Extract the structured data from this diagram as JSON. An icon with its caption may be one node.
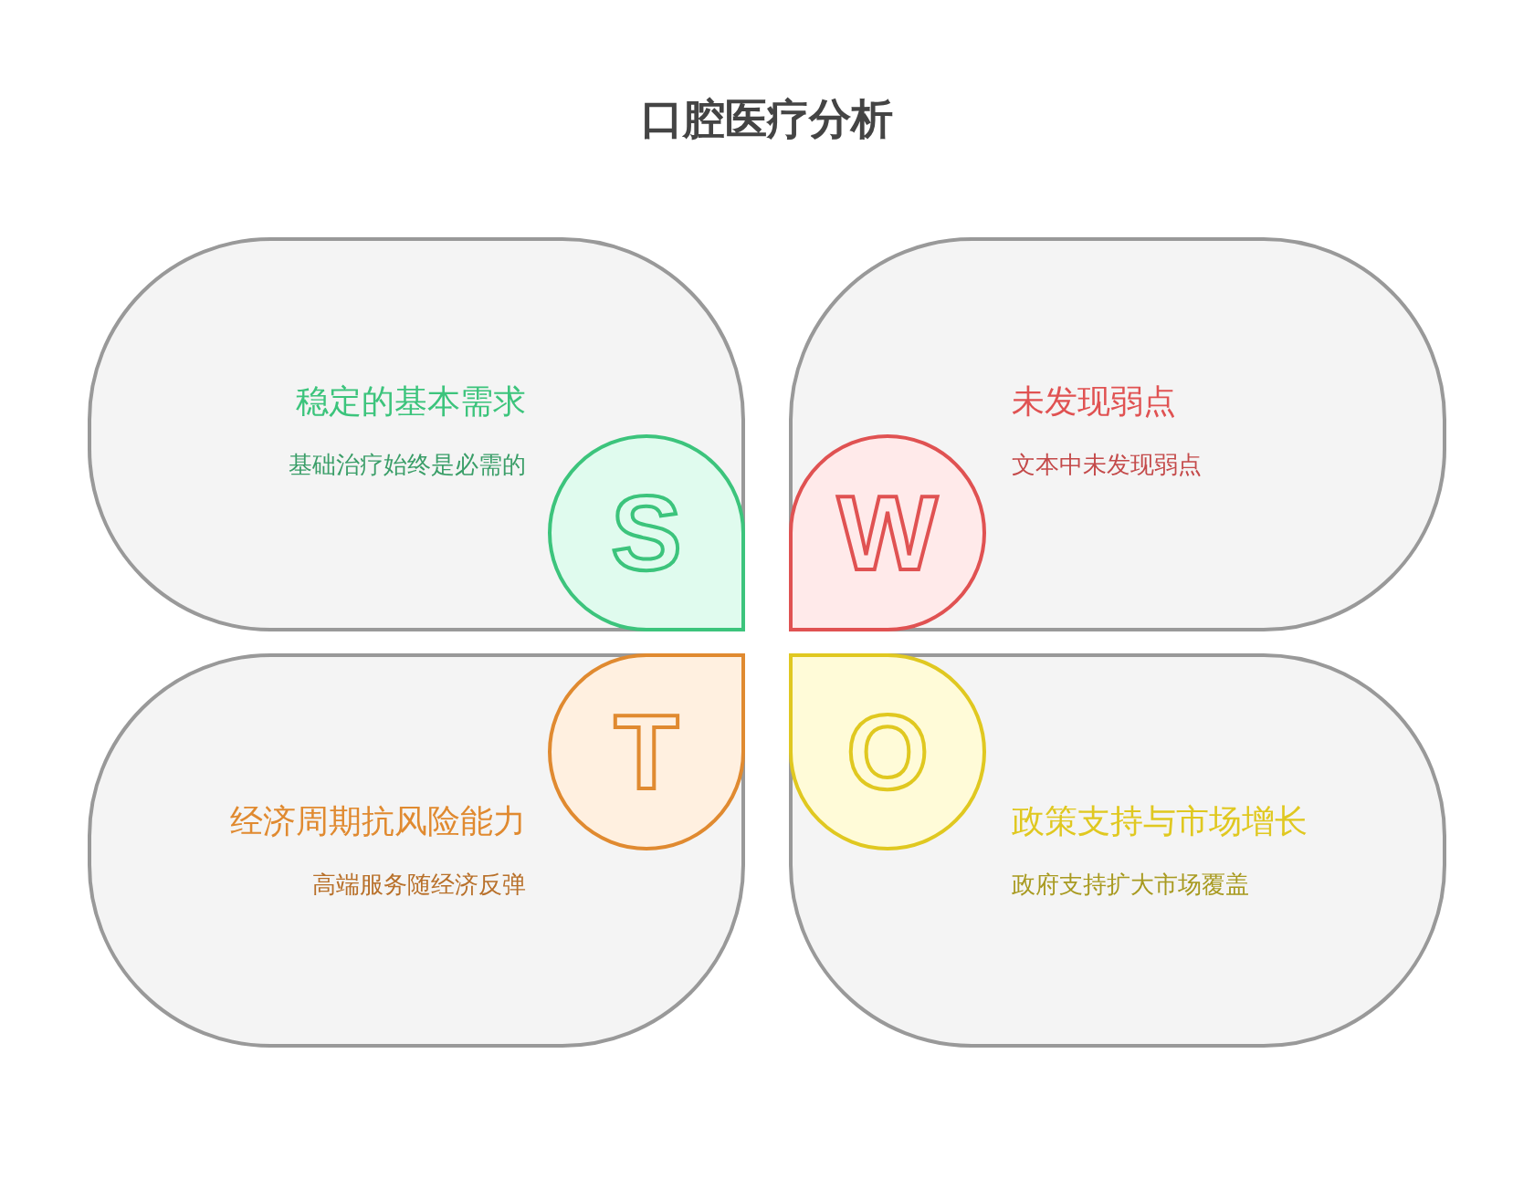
{
  "diagram": {
    "title": "口腔医疗分析",
    "nodes": [
      {
        "text": [
          "稳定的基本需求",
          "基础治疗始终是必需的"
        ]
      },
      {
        "text": [
          "S"
        ],
        "in": 0
      },
      {
        "text": [
          "未发现弱点",
          "文本中未发现弱点"
        ]
      },
      {
        "text": [
          "W"
        ],
        "in": 2
      },
      {
        "text": [
          "经济周期抗风险能力",
          "高端服务随经济反弹"
        ]
      },
      {
        "text": [
          "T"
        ],
        "in": 4
      },
      {
        "text": [
          "政策支持与市场增长",
          "政府支持扩大市场覆盖"
        ]
      },
      {
        "text": [
          "O"
        ],
        "in": 6
      }
    ]
  }
}
